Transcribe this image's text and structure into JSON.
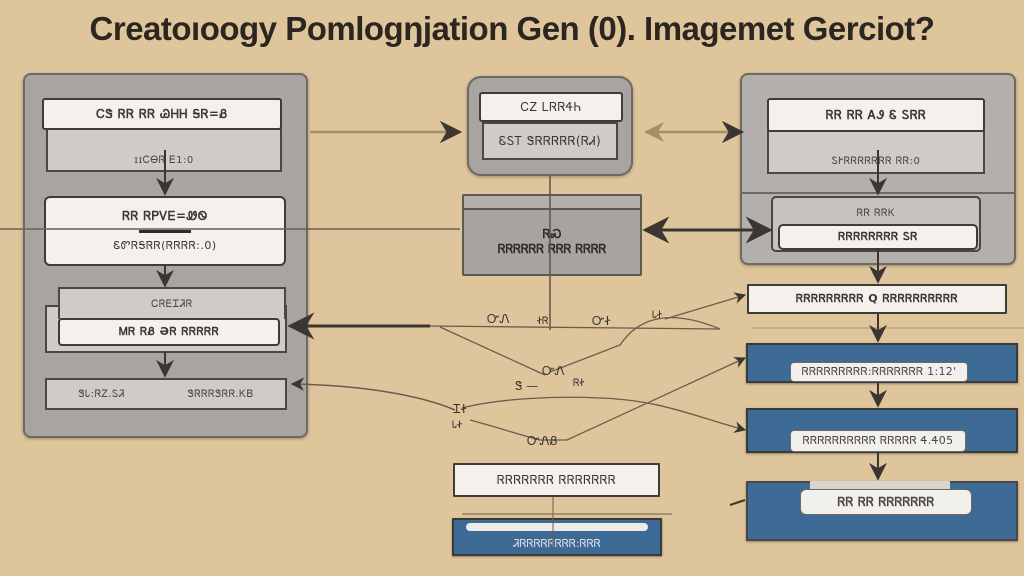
{
  "title": "Creatoıoogy Pomlogŋjation Gen (0). Imagemet Gerciot?",
  "colors": {
    "background": "#dfc59b",
    "panel_gray": "#a8a5a1",
    "card_white": "#f4f1ec",
    "accent_blue": "#3e6b96",
    "line_dark": "#3b3632"
  },
  "left_panel": {
    "card1_title": "ᏟᏕ ᏒᏒ ᏒᏒ ᏊᎻᎻ ᎦᏒ=Ᏸ",
    "card1_sub": "ɪɪᏟᎾᏒ Ꭼ1:0",
    "card2_title": "ᏒᏒ ᏒᏢᏙᎬ=ᏪᏫ",
    "card2_sub": "ᏋᏛᏒᎦᏒᏒ(ᏒᏒᏒᏒ:.0)",
    "card3_title": "ᏟᏒᎬᏆᏘᏒ",
    "card3_sub": "ᎷᏒ ᏒᏰ ƏᏒ ᏒᏒᏒᏒᏒ",
    "card4_left": "ᏕᏓ:ᏒᏃ.ᏚᏘ",
    "card4_right": "ᏕᏒᏒᏒᏕᏒᏒ.ᏦᏴ"
  },
  "center_top": {
    "card_title": "ᏟᏃ ᏞᏒᏒᏎᏂ",
    "card_sub": "ᏋᏚᎢ ᏕᏒᏒᏒᏒᏒ(ᏒᏗ)"
  },
  "center_mid": {
    "mark": "ᏒᏍ",
    "label": "ᏒᏒᏒᏒᏒᏒ ᏒᏒᏒ ᏒᏒᏒᏒ"
  },
  "center_bottom": {
    "card_title": "ᏒᏒᏒᏒᏒᏒᏒ ᏒᏒᏒᏒᏒᏒᏒ",
    "blue_label": "ᏘᏒᏒᏒᏒᏒᏒᏒᏒ:ᏒᏒᏒ"
  },
  "right_panel": {
    "card1_title": "ᏒᏒ ᏒᏒ ᎪᏭ Ꮛ ᏚᏒᏒ",
    "card1_sub": "ᏚᎨᏒᏒᏒᏒᏒᏒᏒ ᏒᏒ:0",
    "card2_title": "ᏒᏒ ᏒᏒᏦ",
    "card2_sub": "ᏒᏒᏒᏒᏒᏒᏒᏒ ᏚᏒ"
  },
  "right_stack": {
    "box1": "ᏒᏒᏒᏒᏒᏒᏒᏒᏒ Q ᏒᏒᏒᏒᏒᏒᏒᏒᏒᏒ",
    "box2": "ᏒᏒᏒᏒᏒᏒᏒᏒᏒ:ᏒᏒᏒᏒᏒᏒᏒ 1:12'",
    "box3": "ᏒᏒᏒᏒᏒᏒᏒᏒᏒᏒ ᏒᏒᏒᏒᏒ Ꮞ.Ꮞ05",
    "box4": "ᏒᏒ ᏒᏒ ᏒᏒᏒᏒᏒᏒᏒ"
  },
  "wire_labels": {
    "l1": "ᏅᏁ",
    "l2": "ᏐᏒ",
    "l3": "ᏅᏐ",
    "l4": "ᏓᏐ",
    "l5": "ᏅᏁ",
    "l6": "Ꮥ —",
    "l7": "ᏒᏐ",
    "l8": "ᏆᏐ",
    "l9": "ᏓᏐ",
    "l10": "ᏅᏁᏰ"
  }
}
